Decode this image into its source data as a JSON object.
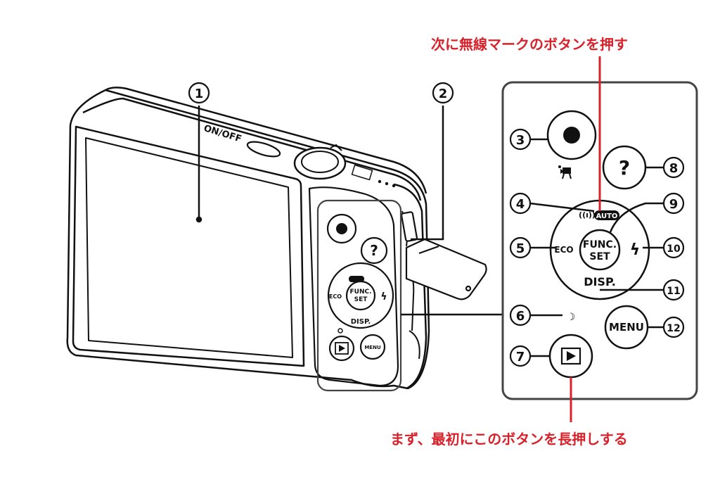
{
  "annotations": {
    "top": "次に無線マークのボタンを押す",
    "bottom": "まず、最初にこのボタンを長押しする"
  },
  "camera_labels": {
    "on_off": "ON/OFF",
    "mode_wheel_mark": "AUTO"
  },
  "callouts": [
    "①",
    "②",
    "③",
    "④",
    "⑤",
    "⑥",
    "⑦",
    "⑧",
    "⑨",
    "⑩",
    "⑪",
    "⑫"
  ],
  "panel": {
    "movie_button_icon": "movie-record-icon",
    "help_label": "?",
    "wifi_label": "((ı))",
    "auto_label": "AUTO",
    "eco_label": "ECO",
    "func_label_1": "FUNC.",
    "func_label_2": "SET",
    "flash_label": "ϟ",
    "disp_label": "DISP.",
    "lamp_label": "☽",
    "menu_label": "MENU",
    "play_icon": "play-icon"
  },
  "colors": {
    "annotation_red": "#d8222b",
    "line": "#111111",
    "panel_border": "#444444"
  }
}
